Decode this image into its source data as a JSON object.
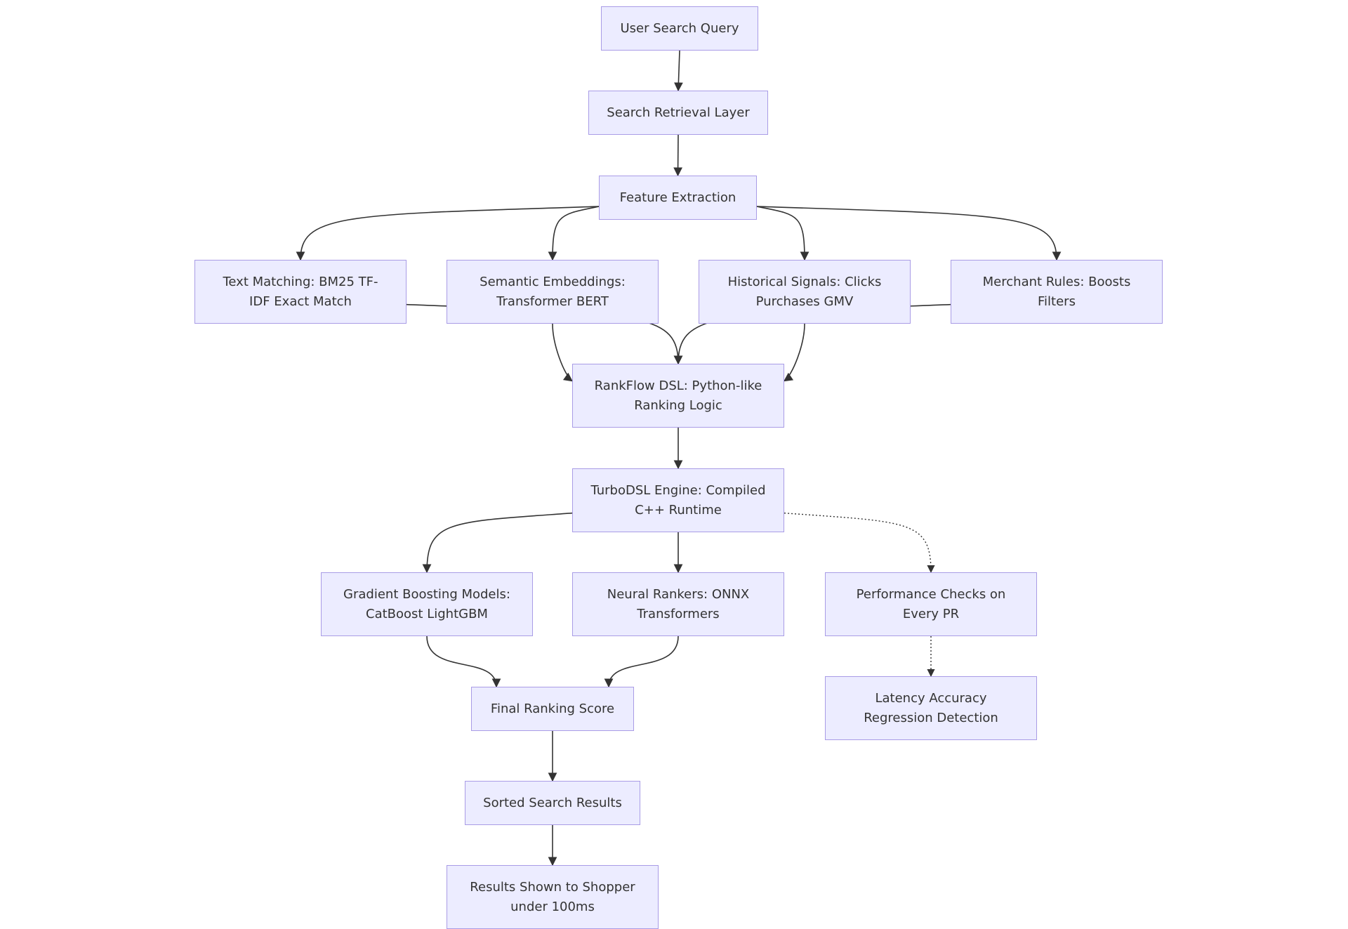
{
  "nodes": {
    "query": "User Search Query",
    "retrieval": "Search Retrieval Layer",
    "features": "Feature Extraction",
    "text_matching": "Text Matching: BM25 TF-\nIDF Exact Match",
    "semantic": "Semantic Embeddings:\nTransformer BERT",
    "historical": "Historical Signals: Clicks\nPurchases GMV",
    "merchant": "Merchant Rules: Boosts\nFilters",
    "rankflow": "RankFlow DSL: Python-like\nRanking Logic",
    "turbodsl": "TurboDSL Engine: Compiled\nC++ Runtime",
    "gbm": "Gradient Boosting Models:\nCatBoost LightGBM",
    "neural": "Neural Rankers: ONNX\nTransformers",
    "perf": "Performance Checks on\nEvery PR",
    "final": "Final Ranking Score",
    "latency": "Latency Accuracy\nRegression Detection",
    "sorted": "Sorted Search Results",
    "shown": "Results Shown to Shopper\nunder 100ms"
  },
  "edges": [
    {
      "from": "query",
      "to": "retrieval",
      "style": "solid"
    },
    {
      "from": "retrieval",
      "to": "features",
      "style": "solid"
    },
    {
      "from": "features",
      "to": "text_matching",
      "style": "solid"
    },
    {
      "from": "features",
      "to": "semantic",
      "style": "solid"
    },
    {
      "from": "features",
      "to": "historical",
      "style": "solid"
    },
    {
      "from": "features",
      "to": "merchant",
      "style": "solid"
    },
    {
      "from": "text_matching",
      "to": "rankflow",
      "style": "solid"
    },
    {
      "from": "semantic",
      "to": "rankflow",
      "style": "solid"
    },
    {
      "from": "historical",
      "to": "rankflow",
      "style": "solid"
    },
    {
      "from": "merchant",
      "to": "rankflow",
      "style": "solid"
    },
    {
      "from": "rankflow",
      "to": "turbodsl",
      "style": "solid"
    },
    {
      "from": "turbodsl",
      "to": "gbm",
      "style": "solid"
    },
    {
      "from": "turbodsl",
      "to": "neural",
      "style": "solid"
    },
    {
      "from": "turbodsl",
      "to": "perf",
      "style": "dotted"
    },
    {
      "from": "gbm",
      "to": "final",
      "style": "solid"
    },
    {
      "from": "neural",
      "to": "final",
      "style": "solid"
    },
    {
      "from": "perf",
      "to": "latency",
      "style": "dotted"
    },
    {
      "from": "final",
      "to": "sorted",
      "style": "solid"
    },
    {
      "from": "sorted",
      "to": "shown",
      "style": "solid"
    }
  ],
  "colors": {
    "node_fill": "#ececff",
    "node_border": "#a99ce6",
    "edge": "#333333",
    "text": "#333333"
  }
}
